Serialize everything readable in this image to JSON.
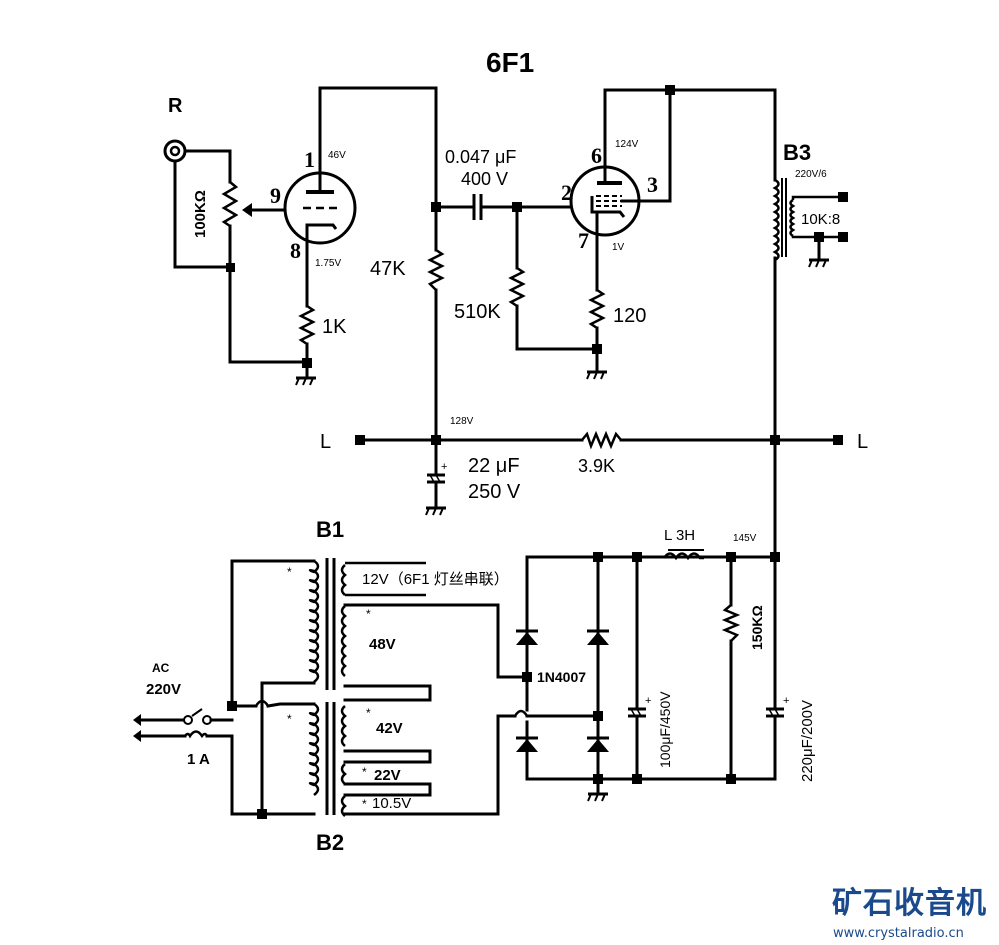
{
  "title": "6F1",
  "labels": {
    "input_jack": "R",
    "volume_pot": "100KΩ",
    "tube1_pin_plate": "1",
    "tube1_pin_grid": "9",
    "tube1_pin_cathode": "8",
    "tube1_plate_voltage": "46V",
    "tube1_cathode_voltage": "1.75V",
    "cathode_resistor_1": "1K",
    "plate_load_resistor": "47K",
    "coupling_cap_value": "0.047 μF",
    "coupling_cap_voltage": "400 V",
    "grid_resistor_2": "510K",
    "tube2_pin_plate": "6",
    "tube2_pin_g1": "2",
    "tube2_pin_screen": "3",
    "tube2_pin_cathode": "7",
    "tube2_plate_voltage": "124V",
    "tube2_cathode_voltage": "1V",
    "cathode_resistor_2": "120",
    "output_transformer": "B3",
    "output_transformer_rating": "220V/6",
    "output_transformer_ratio": "10K:8",
    "speaker_left": "L",
    "speaker_right": "L",
    "node_voltage_128": "128V",
    "filter_cap_value": "22 μF",
    "filter_cap_voltage": "250 V",
    "dropping_resistor": "3.9K",
    "choke": "L  3H",
    "node_voltage_145": "145V",
    "transformer_b1": "B1",
    "transformer_b2": "B2",
    "winding_12v": "12V（6F1 灯丝串联）",
    "winding_48v": "48V",
    "winding_42v": "42V",
    "winding_22v": "22V",
    "winding_10v5": "10.5V",
    "dot_mark": "*",
    "ac_label": "AC",
    "ac_voltage": "220V",
    "fuse_rating": "1 A",
    "diode_type": "1N4007",
    "reservoir_cap": "100μF/450V",
    "bleeder_resistor": "150KΩ",
    "output_cap": "220μF/200V",
    "plus": "+"
  },
  "logo": {
    "name_cn": "矿石收音机",
    "url": "www.crystalradio.cn"
  }
}
